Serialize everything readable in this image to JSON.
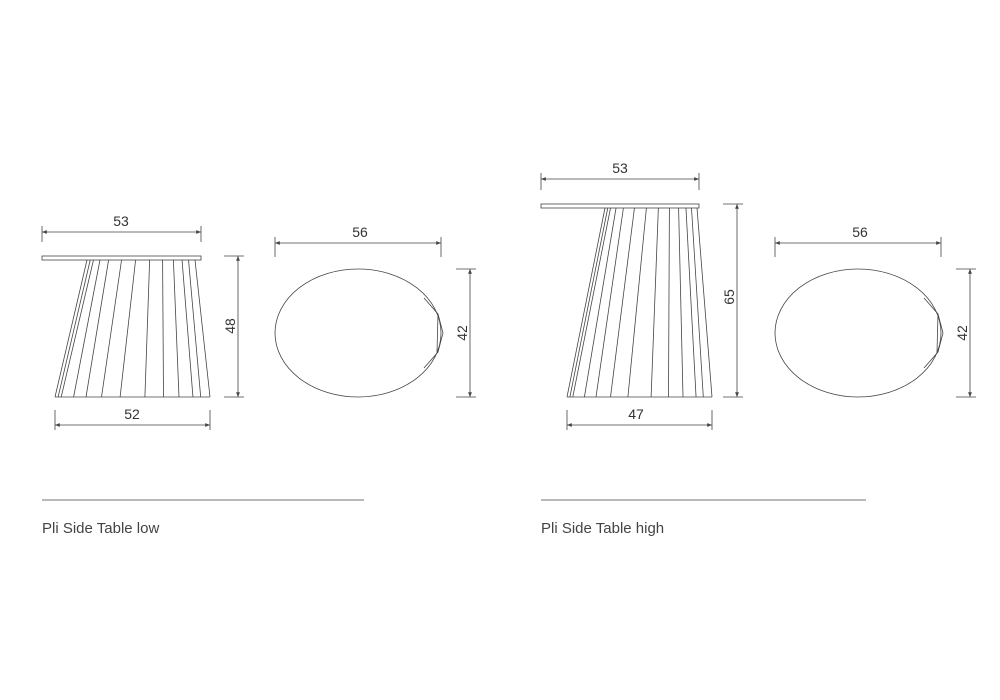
{
  "products": [
    {
      "name": "Pli Side Table low",
      "side_view": {
        "top_width": "53",
        "height": "48",
        "base_width": "52"
      },
      "top_view": {
        "width": "56",
        "depth": "42"
      }
    },
    {
      "name": "Pli Side Table high",
      "side_view": {
        "top_width": "53",
        "height": "65",
        "base_width": "47"
      },
      "top_view": {
        "width": "56",
        "depth": "42"
      }
    }
  ],
  "colors": {
    "line": "#444444",
    "text": "#333333"
  }
}
